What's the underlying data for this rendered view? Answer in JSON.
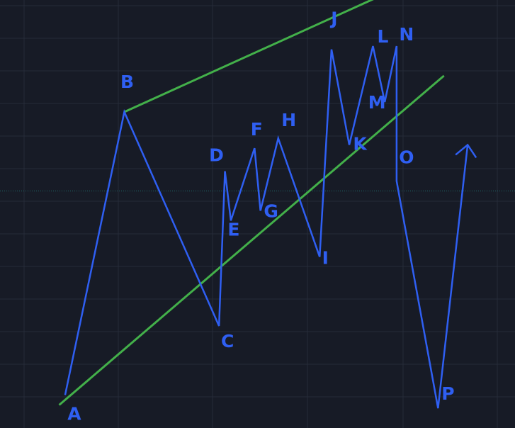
{
  "chart_data": {
    "type": "line",
    "grid": true,
    "colors": {
      "background": "#171b26",
      "grid": "#262b38",
      "wave": "#2f5ff2",
      "channel": "#43b04a",
      "price_line": "#1f6b6b"
    },
    "icons": [
      "arrow-head-icon"
    ],
    "x": [
      0,
      1,
      2,
      3,
      4,
      5,
      6,
      7,
      8,
      9,
      10,
      11,
      12,
      13,
      14,
      15,
      16
    ],
    "series": [
      {
        "labels": [
          "A",
          "B",
          "C",
          "D",
          "E",
          "F",
          "G",
          "H",
          "I",
          "J",
          "K",
          "L",
          "M",
          "N",
          "O",
          "P"
        ],
        "points": [
          {
            "label": "A",
            "x": 0.0,
            "y": 10
          },
          {
            "label": "B",
            "x": 1.0,
            "y": 96
          },
          {
            "label": "C",
            "x": 2.6,
            "y": 31
          },
          {
            "label": "D",
            "x": 2.7,
            "y": 78
          },
          {
            "label": "E",
            "x": 2.8,
            "y": 63
          },
          {
            "label": "F",
            "x": 3.2,
            "y": 85
          },
          {
            "label": "G",
            "x": 3.3,
            "y": 66
          },
          {
            "label": "H",
            "x": 3.6,
            "y": 88
          },
          {
            "label": "I",
            "x": 4.3,
            "y": 52
          },
          {
            "label": "J",
            "x": 4.5,
            "y": 115
          },
          {
            "label": "K",
            "x": 4.8,
            "y": 86
          },
          {
            "label": "L",
            "x": 5.2,
            "y": 116
          },
          {
            "label": "M",
            "x": 5.4,
            "y": 99
          },
          {
            "label": "N",
            "x": 5.6,
            "y": 116
          },
          {
            "label": "O",
            "x": 5.6,
            "y": 75
          },
          {
            "label": "P",
            "x": 6.3,
            "y": 6
          },
          {
            "label": "",
            "x": 6.8,
            "y": 86
          }
        ]
      }
    ],
    "trendlines": [
      {
        "role": "channel-upper",
        "x": [
          1.0,
          6.4
        ],
        "y": [
          96,
          140
        ]
      },
      {
        "role": "channel-lower",
        "x": [
          -0.1,
          6.4
        ],
        "y": [
          7,
          107
        ]
      }
    ],
    "price_line": 72,
    "xlim": [
      -1.1,
      7.6
    ],
    "ylim": [
      0,
      130
    ]
  }
}
